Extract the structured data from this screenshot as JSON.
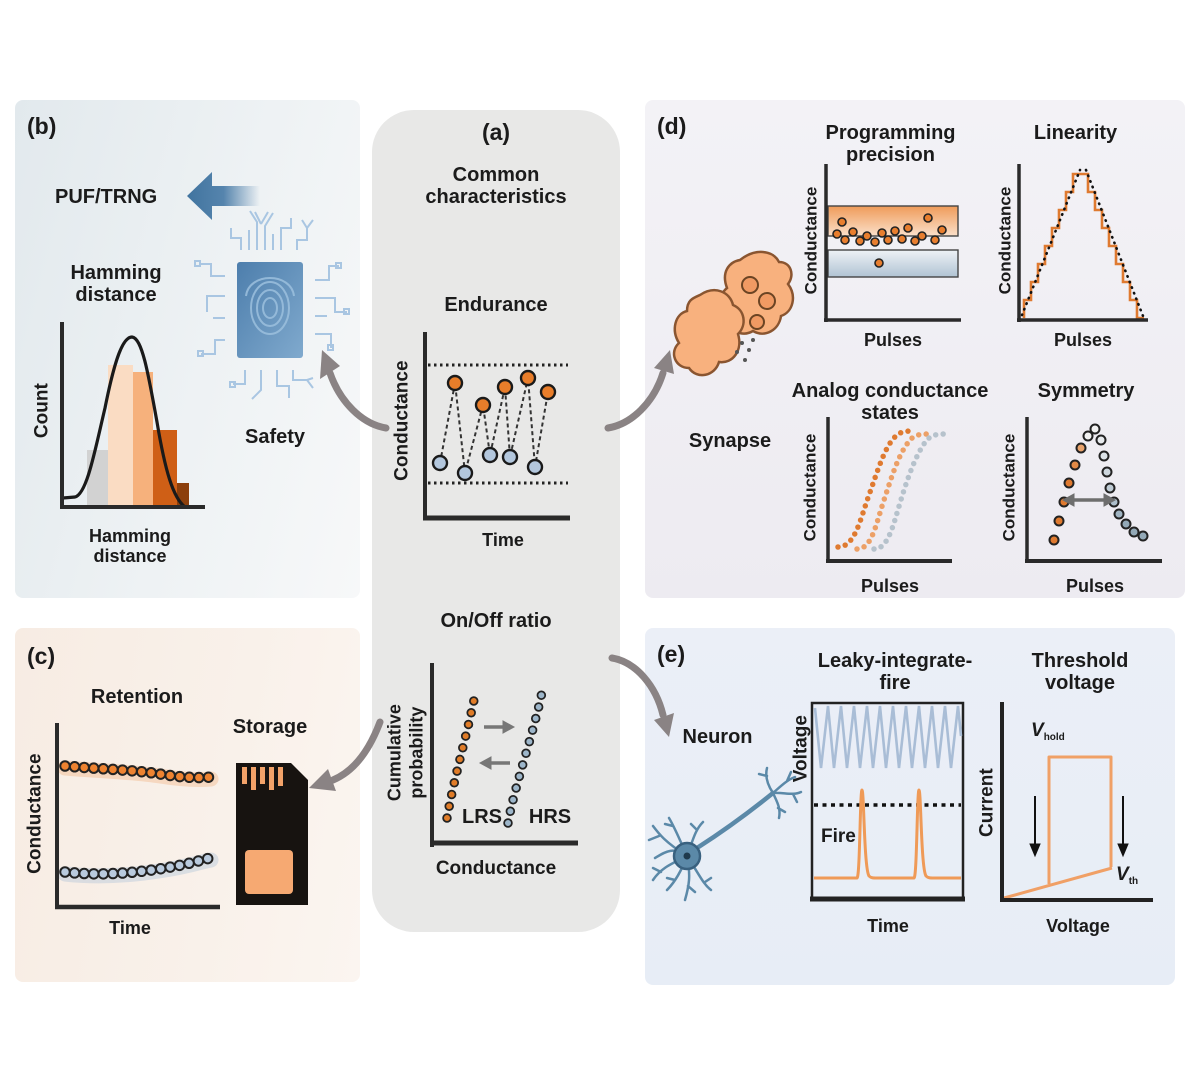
{
  "panels": {
    "a": {
      "tag": "(a)",
      "title": "Common characteristics",
      "endurance": {
        "title": "Endurance",
        "ylabel": "Conductance",
        "xlabel": "Time"
      },
      "onoff": {
        "title": "On/Off ratio",
        "ylabel": "Cumulative probability",
        "xlabel": "Conductance",
        "lrs": "LRS",
        "hrs": "HRS"
      }
    },
    "b": {
      "tag": "(b)",
      "puf_label": "PUF/TRNG",
      "hist": {
        "title": "Hamming distance",
        "ylabel": "Count",
        "xlabel": "Hamming distance"
      },
      "safety_label": "Safety"
    },
    "c": {
      "tag": "(c)",
      "retention": {
        "title": "Retention",
        "ylabel": "Conductance",
        "xlabel": "Time"
      },
      "storage_label": "Storage"
    },
    "d": {
      "tag": "(d)",
      "synapse_label": "Synapse",
      "pp": {
        "title": "Programming precision",
        "ylabel": "Conductance",
        "xlabel": "Pulses"
      },
      "lin": {
        "title": "Linearity",
        "ylabel": "Conductance",
        "xlabel": "Pulses"
      },
      "acs": {
        "title": "Analog conductance states",
        "ylabel": "Conductance",
        "xlabel": "Pulses"
      },
      "sym": {
        "title": "Symmetry",
        "ylabel": "Conductance",
        "xlabel": "Pulses"
      }
    },
    "e": {
      "tag": "(e)",
      "neuron_label": "Neuron",
      "lif": {
        "title": "Leaky-integrate-fire",
        "ylabel": "Voltage",
        "xlabel": "Time",
        "fire_label": "Fire"
      },
      "tv": {
        "title": "Threshold voltage",
        "ylabel": "Current",
        "xlabel": "Voltage",
        "vhold": {
          "base": "V",
          "sub": "hold"
        },
        "vth": {
          "base": "V",
          "sub": "th"
        }
      }
    }
  },
  "colors": {
    "orange_dot": "#e87d2a",
    "blue_dot": "#b3c7dd",
    "steel_blue": "#5b89a8",
    "chip_blue": "#4a7cad",
    "arrow_gray": "#8a8384",
    "trace_orange": "#ef9a57",
    "hrs_dot": "#9db6ca",
    "dark_orange_bar": "#cf5f16",
    "brown_bar": "#8c3f0b"
  },
  "chart_data": [
    {
      "id": "hamming_histogram",
      "panel": "b",
      "type": "bar",
      "title": "Hamming distance",
      "xlabel": "Hamming distance",
      "ylabel": "Count",
      "bar_colors": [
        "#d2d2d2",
        "#fadcc3",
        "#f6b17c",
        "#cf5f16",
        "#8c3f0b"
      ],
      "relative_heights": [
        0.33,
        0.82,
        0.78,
        0.45,
        0.14
      ],
      "overlay": "black gaussian outline curve",
      "axes": "unlabeled schematic"
    },
    {
      "id": "endurance",
      "panel": "a",
      "type": "scatter",
      "xlabel": "Time",
      "ylabel": "Conductance",
      "series": [
        {
          "name": "high state",
          "color": "#e87d2a",
          "n_points": 5
        },
        {
          "name": "low state",
          "color": "#b3c7dd",
          "n_points": 5
        }
      ],
      "annotations": [
        "upper dotted bound",
        "lower dotted bound",
        "dashed zigzag connecting alternating states"
      ]
    },
    {
      "id": "onoff_ratio",
      "panel": "a",
      "type": "scatter",
      "xlabel": "Conductance",
      "ylabel": "Cumulative probability",
      "series": [
        {
          "name": "LRS",
          "color": "#e07c28",
          "shape": "rising dotted line"
        },
        {
          "name": "HRS",
          "color": "#9db6ca",
          "shape": "rising dotted line, shifted right"
        }
      ],
      "annotations": [
        "right arrow and left arrow between LRS and HRS"
      ]
    },
    {
      "id": "retention",
      "panel": "c",
      "type": "scatter",
      "xlabel": "Time",
      "ylabel": "Conductance",
      "series": [
        {
          "name": "high state",
          "color": "#ee8331",
          "shape": "~16 dots, slowly decaying horizontal row"
        },
        {
          "name": "low state",
          "color": "#b9cadd",
          "shape": "~16 dots, slowly rising horizontal row"
        }
      ]
    },
    {
      "id": "programming_precision",
      "panel": "d",
      "type": "scatter",
      "xlabel": "Pulses",
      "ylabel": "Conductance",
      "annotations": [
        "orange target band (upper)",
        "blue target band (lower)",
        "~18 orange dots scattered between bands"
      ]
    },
    {
      "id": "linearity",
      "panel": "d",
      "type": "line",
      "xlabel": "Pulses",
      "ylabel": "Conductance",
      "series": [
        {
          "name": "staircase response",
          "color": "#df7a30",
          "shape": "triangular up-down staircase"
        },
        {
          "name": "ideal",
          "color": "#000000",
          "shape": "dotted triangle overlay"
        }
      ]
    },
    {
      "id": "analog_conductance_states",
      "panel": "d",
      "type": "scatter",
      "xlabel": "Pulses",
      "ylabel": "Conductance",
      "series": [
        {
          "name": "state 1",
          "color": "#df7a30",
          "shape": "dotted sigmoid"
        },
        {
          "name": "state 2",
          "color": "#eca067",
          "shape": "dotted sigmoid shifted right"
        },
        {
          "name": "state 3",
          "color": "#b6c2cc",
          "shape": "dotted sigmoid shifted right"
        }
      ]
    },
    {
      "id": "symmetry",
      "panel": "d",
      "type": "scatter",
      "xlabel": "Pulses",
      "ylabel": "Conductance",
      "annotations": [
        "orange dots potentiation ramp up",
        "gray dots depression ramp down",
        "double-headed horizontal arrow between branches"
      ]
    },
    {
      "id": "leaky_integrate_fire",
      "panel": "e",
      "type": "line",
      "xlabel": "Time",
      "ylabel": "Voltage",
      "series": [
        {
          "name": "input pulses",
          "color": "#a9bdd6",
          "shape": "triangle wave, ~11 periods"
        },
        {
          "name": "membrane/output",
          "color": "#ef9a57",
          "shape": "baseline with 2 sharp spikes"
        }
      ],
      "annotations": [
        "dotted threshold line",
        "Fire label"
      ]
    },
    {
      "id": "threshold_voltage",
      "panel": "e",
      "type": "line",
      "xlabel": "Voltage",
      "ylabel": "Current",
      "series": [
        {
          "name": "I-V hysteresis",
          "color": "#f0a066",
          "shape": "low slanted branch with vertical jump rectangle"
        }
      ],
      "annotations": [
        "V_hold at top plateau",
        "V_th at lower right corner",
        "two downward arrows"
      ]
    }
  ]
}
